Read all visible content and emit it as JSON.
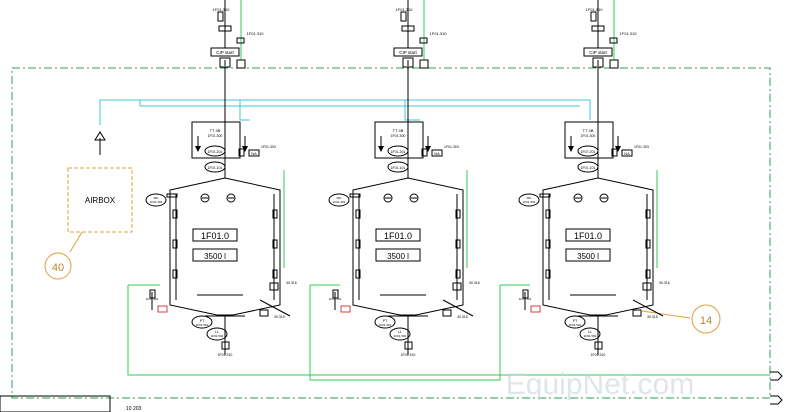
{
  "title_block": {
    "number": "10 203"
  },
  "tanks": [
    {
      "id": "1F01.0",
      "volume": "3500 l",
      "top_tag": "1F01.310",
      "valve_tag": "1F01.310",
      "cip_label": "CIP start",
      "ti_tag": "TT 4B",
      "ti_code": "1F01.300",
      "instr_a": "1F01.201",
      "instr_b": "1F01.101",
      "side_tag": "1F01.303",
      "side_box": "NA",
      "manway": "1F01.303",
      "level_tag": "1F01.502",
      "temp_tag": "1F01.501",
      "bottom_valve": "1F01.301",
      "drain_tag": "1F01.310",
      "outlet_tag": "30.316",
      "mix_tag": "30.315"
    },
    {
      "id": "1F01.0",
      "volume": "3500 l",
      "top_tag": "1F01.310",
      "valve_tag": "1F01.310",
      "cip_label": "CIP start",
      "ti_tag": "TT 4B",
      "ti_code": "1F01.300",
      "instr_a": "1F01.201",
      "instr_b": "1F01.101",
      "side_tag": "1F01.303",
      "side_box": "NA",
      "manway": "1F01.303",
      "level_tag": "1F01.502",
      "temp_tag": "1F01.501",
      "bottom_valve": "1F01.301",
      "drain_tag": "1F01.310",
      "outlet_tag": "30.316",
      "mix_tag": "30.315"
    },
    {
      "id": "1F01.0",
      "volume": "3500 l",
      "top_tag": "1F01.310",
      "valve_tag": "1F01.310",
      "cip_label": "CIP start",
      "ti_tag": "TT 4B",
      "ti_code": "1F01.300",
      "instr_a": "1F07.201",
      "instr_b": "1F01.101",
      "side_tag": "1F01.303",
      "side_box": "NA",
      "manway": "1F01.303",
      "level_tag": "1F01.502",
      "temp_tag": "1F01.501",
      "bottom_valve": "1F01.301",
      "drain_tag": "1F01.310",
      "outlet_tag": "30.316",
      "mix_tag": "30.315"
    }
  ],
  "airbox": {
    "label": "AIRBOX",
    "callout": "40"
  },
  "callout_right": "14",
  "watermark": "EquipNet.com",
  "colors": {
    "line": "#000000",
    "green": "#2fcf57",
    "cyan": "#3fc9d9",
    "orange": "#e0a040",
    "boundary": "#2e9e55",
    "tank_fill": "#ffffff",
    "valve_red": "#d04040",
    "watermark": "#c8d0d8"
  }
}
